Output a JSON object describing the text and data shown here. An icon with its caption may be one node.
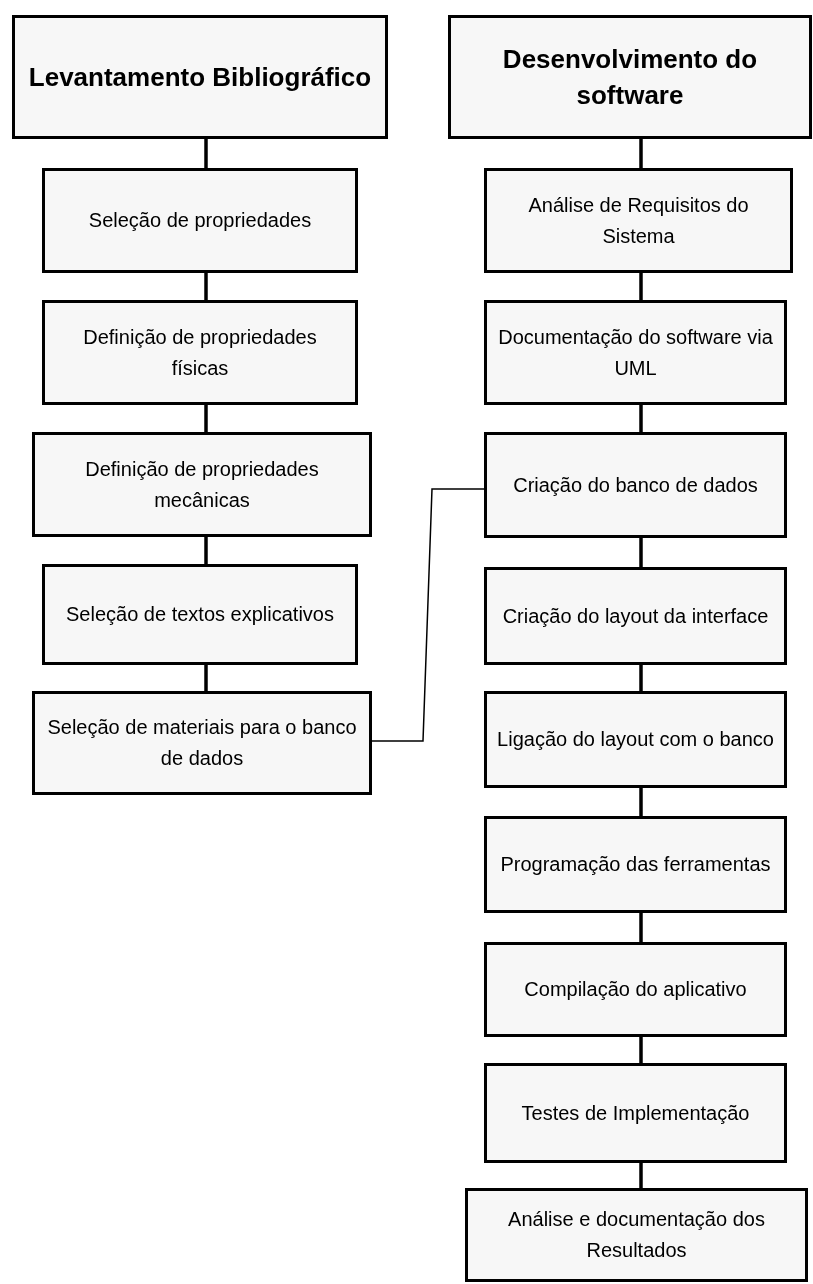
{
  "diagram": {
    "nodes": [
      {
        "text": [
          "Levantamento Bibliográfico"
        ]
      },
      {
        "text": [
          "Seleção de propriedades"
        ]
      },
      {
        "text": [
          "Definição de propriedades físicas"
        ]
      },
      {
        "text": [
          "Definição de propriedades mecânicas"
        ]
      },
      {
        "text": [
          "Seleção de textos explicativos"
        ]
      },
      {
        "text": [
          "Seleção de materiais para o banco de dados"
        ]
      },
      {
        "text": [
          "Desenvolvimento do software"
        ]
      },
      {
        "text": [
          "Análise de Requisitos do Sistema"
        ]
      },
      {
        "text": [
          "Documentação do software via UML"
        ]
      },
      {
        "text": [
          "Criação do banco de dados"
        ]
      },
      {
        "text": [
          "Criação do layout da interface"
        ]
      },
      {
        "text": [
          "Ligação do layout com o banco"
        ]
      },
      {
        "text": [
          "Programação das ferramentas"
        ]
      },
      {
        "text": [
          "Compilação do aplicativo"
        ]
      },
      {
        "text": [
          "Testes de Implementação"
        ]
      },
      {
        "text": [
          "Análise e documentação dos Resultados"
        ]
      }
    ],
    "edges": [
      {
        "from": 0,
        "to": 1,
        "arrow": "none"
      },
      {
        "from": 1,
        "to": 2,
        "arrow": "none"
      },
      {
        "from": 2,
        "to": 3,
        "arrow": "none"
      },
      {
        "from": 3,
        "to": 4,
        "arrow": "none"
      },
      {
        "from": 4,
        "to": 5,
        "arrow": "none"
      },
      {
        "from": 6,
        "to": 7,
        "arrow": "none"
      },
      {
        "from": 7,
        "to": 8,
        "arrow": "none"
      },
      {
        "from": 8,
        "to": 9,
        "arrow": "none"
      },
      {
        "from": 9,
        "to": 10,
        "arrow": "none"
      },
      {
        "from": 10,
        "to": 11,
        "arrow": "none"
      },
      {
        "from": 11,
        "to": 12,
        "arrow": "none"
      },
      {
        "from": 12,
        "to": 13,
        "arrow": "none"
      },
      {
        "from": 13,
        "to": 14,
        "arrow": "none"
      },
      {
        "from": 14,
        "to": 15,
        "arrow": "none"
      },
      {
        "from": 5,
        "to": 9,
        "arrow": "none"
      }
    ]
  }
}
